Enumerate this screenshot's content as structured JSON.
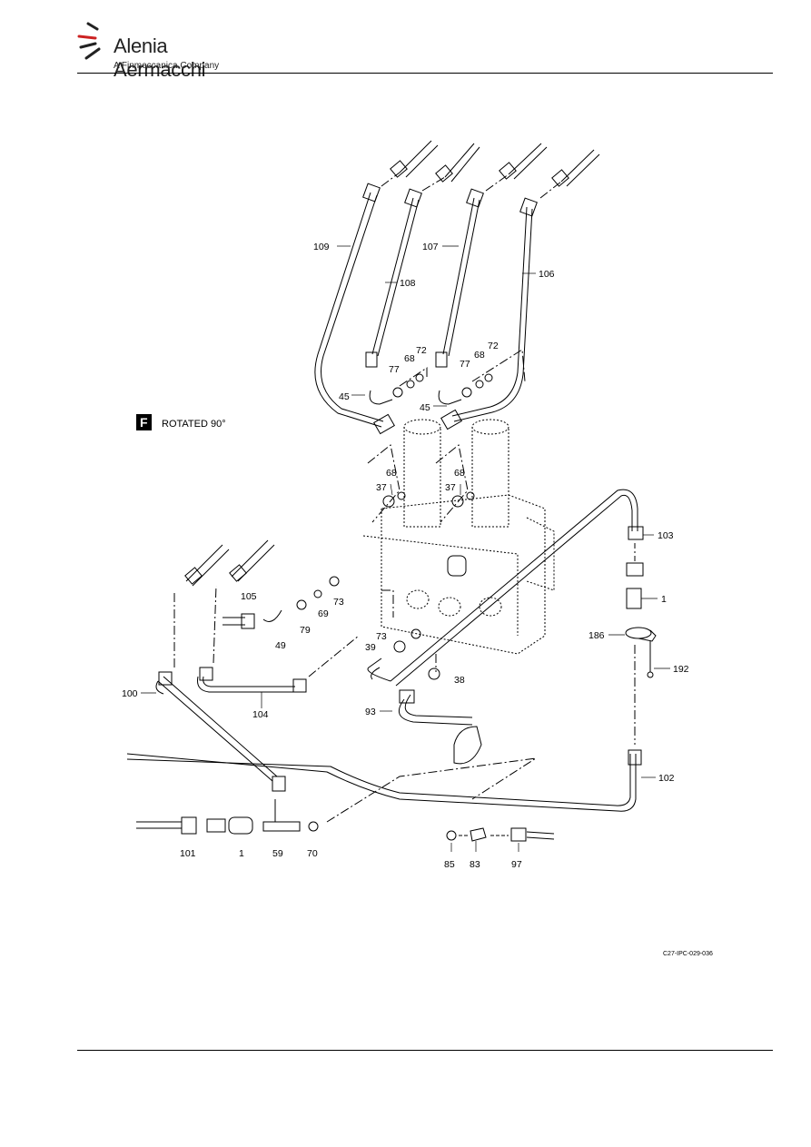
{
  "header": {
    "brand": "Alenia Aermacchi",
    "tagline": "A Finmeccanica Company"
  },
  "view": {
    "letter": "F",
    "note": "ROTATED 90°"
  },
  "figure_code": "C27-IPC-029-036",
  "callouts": [
    {
      "id": "c109",
      "label": "109"
    },
    {
      "id": "c108",
      "label": "108"
    },
    {
      "id": "c107",
      "label": "107"
    },
    {
      "id": "c106",
      "label": "106"
    },
    {
      "id": "c45a",
      "label": "45"
    },
    {
      "id": "c77a",
      "label": "77"
    },
    {
      "id": "c68a",
      "label": "68"
    },
    {
      "id": "c72a",
      "label": "72"
    },
    {
      "id": "c45b",
      "label": "45"
    },
    {
      "id": "c77b",
      "label": "77"
    },
    {
      "id": "c68b",
      "label": "68"
    },
    {
      "id": "c72b",
      "label": "72"
    },
    {
      "id": "c68c",
      "label": "68"
    },
    {
      "id": "c37a",
      "label": "37"
    },
    {
      "id": "c68d",
      "label": "68"
    },
    {
      "id": "c37b",
      "label": "37"
    },
    {
      "id": "c103",
      "label": "103"
    },
    {
      "id": "c1a",
      "label": "1"
    },
    {
      "id": "c186",
      "label": "186"
    },
    {
      "id": "c192",
      "label": "192"
    },
    {
      "id": "c105",
      "label": "105"
    },
    {
      "id": "c69",
      "label": "69"
    },
    {
      "id": "c73a",
      "label": "73"
    },
    {
      "id": "c79",
      "label": "79"
    },
    {
      "id": "c49",
      "label": "49"
    },
    {
      "id": "c73b",
      "label": "73"
    },
    {
      "id": "c39",
      "label": "39"
    },
    {
      "id": "c38",
      "label": "38"
    },
    {
      "id": "c100",
      "label": "100"
    },
    {
      "id": "c104",
      "label": "104"
    },
    {
      "id": "c93",
      "label": "93"
    },
    {
      "id": "c102",
      "label": "102"
    },
    {
      "id": "c101",
      "label": "101"
    },
    {
      "id": "c1b",
      "label": "1"
    },
    {
      "id": "c59",
      "label": "59"
    },
    {
      "id": "c70",
      "label": "70"
    },
    {
      "id": "c85",
      "label": "85"
    },
    {
      "id": "c83",
      "label": "83"
    },
    {
      "id": "c97",
      "label": "97"
    }
  ]
}
